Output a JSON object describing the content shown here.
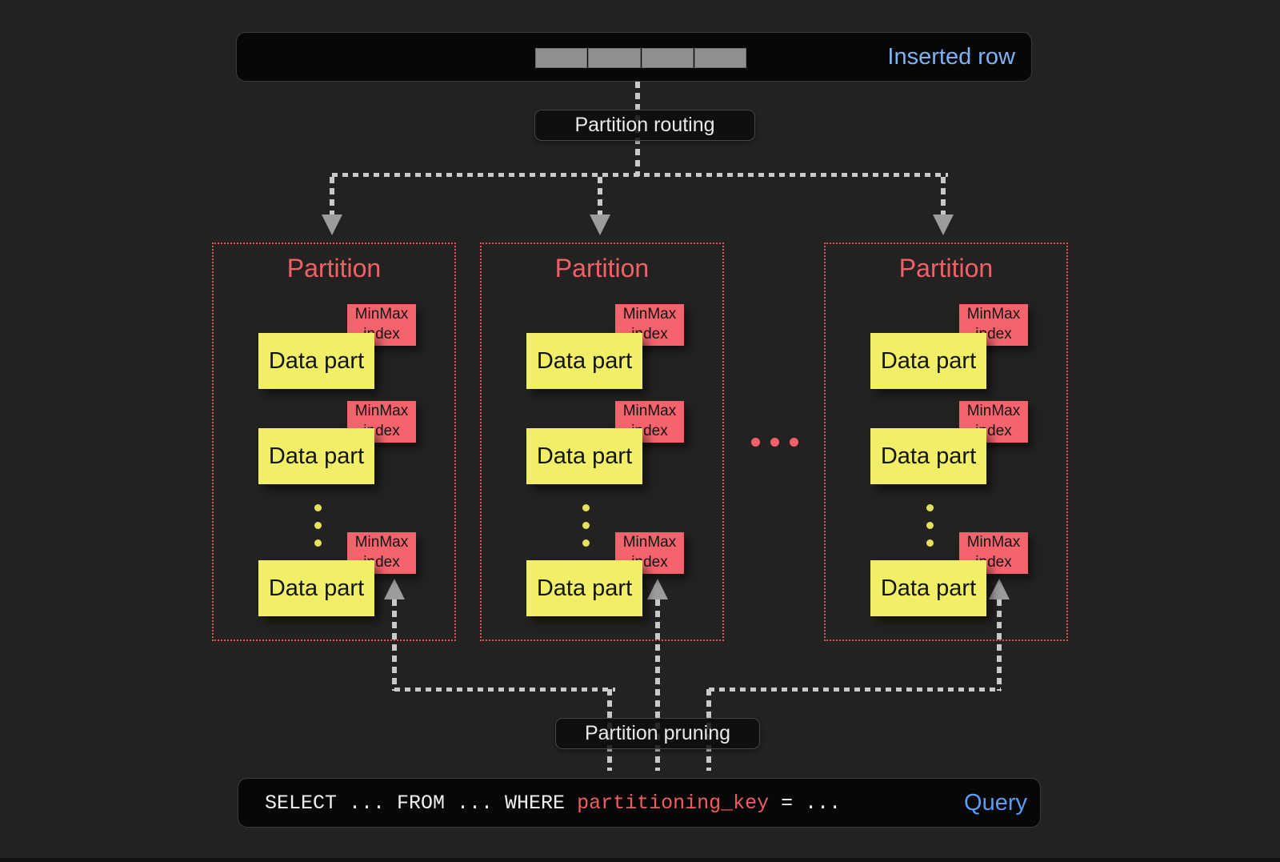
{
  "inserted_row_bar": {
    "label": "Inserted row",
    "label_color": "#80b1f3",
    "segment_count": 4
  },
  "routing": {
    "label": "Partition routing"
  },
  "pruning": {
    "label": "Partition pruning"
  },
  "partitions": [
    {
      "title": "Partition",
      "parts": [
        {
          "label": "Data part",
          "index_label": "MinMax index"
        },
        {
          "label": "Data part",
          "index_label": "MinMax index"
        },
        {
          "label": "Data part",
          "index_label": "MinMax index"
        }
      ]
    },
    {
      "title": "Partition",
      "parts": [
        {
          "label": "Data part",
          "index_label": "MinMax index"
        },
        {
          "label": "Data part",
          "index_label": "MinMax index"
        },
        {
          "label": "Data part",
          "index_label": "MinMax index"
        }
      ]
    },
    {
      "title": "Partition",
      "parts": [
        {
          "label": "Data part",
          "index_label": "MinMax index"
        },
        {
          "label": "Data part",
          "index_label": "MinMax index"
        },
        {
          "label": "Data part",
          "index_label": "MinMax index"
        }
      ]
    }
  ],
  "query_bar": {
    "code_prefix": "SELECT ... FROM ... WHERE ",
    "code_key": "partitioning_key",
    "code_suffix": " = ...",
    "label": "Query"
  },
  "colors": {
    "background": "#242220",
    "bar_background": "#070707",
    "accent_blue_light": "#80b1f3",
    "accent_blue": "#5b9cf5",
    "accent_red": "#f2606a",
    "tag_red": "#f5646d",
    "sticky_yellow": "#f1ee68",
    "partition_border": "#dc5560",
    "connector_gray": "#c9c9c9",
    "arrowhead_gray": "#9c9c9c",
    "query_key_red": "#ef5d64"
  }
}
